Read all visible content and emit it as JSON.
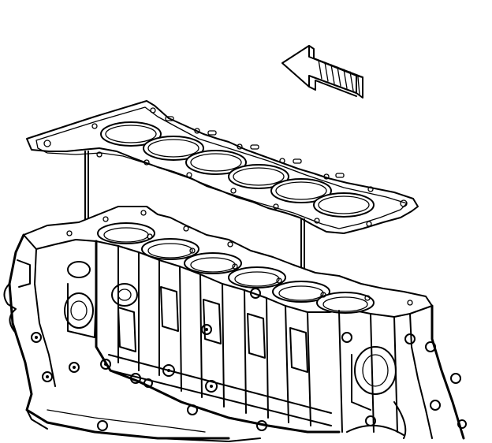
{
  "figure": {
    "type": "technical-line-drawing",
    "subject": "cylinder-head-gasket-on-engine-block",
    "background_color": "#ffffff",
    "line_color": "#000000",
    "gasket_bore_count": 6,
    "block_bore_count": 6,
    "alignment_dowel_count": 2,
    "arrow_icon": "direction-arrow-icon"
  }
}
